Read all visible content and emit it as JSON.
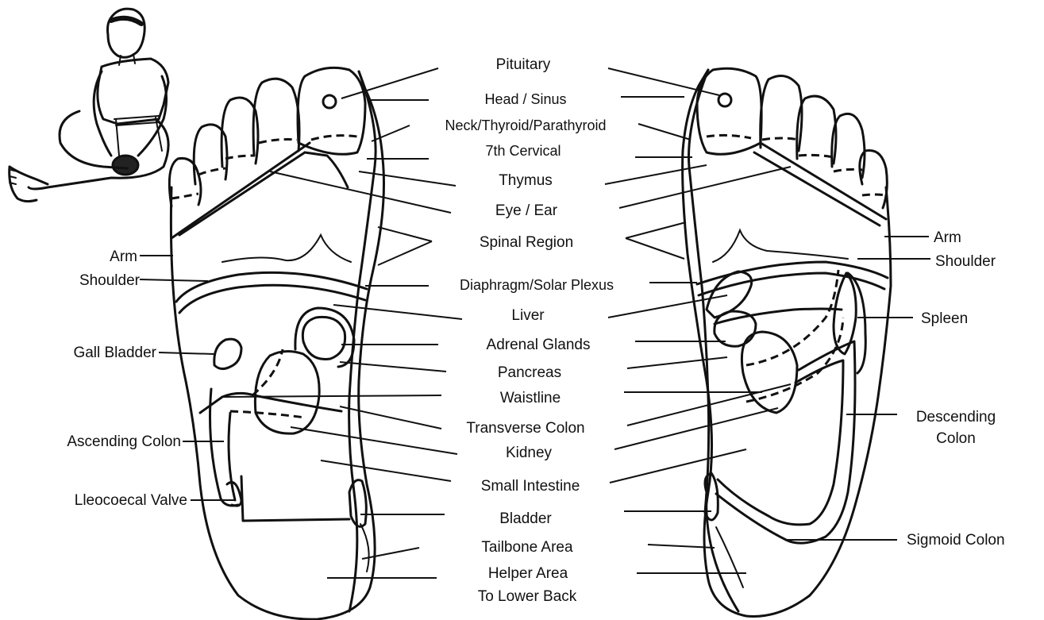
{
  "diagram": {
    "center_labels": [
      {
        "key": "pituitary",
        "text": "Pituitary"
      },
      {
        "key": "head-sinus",
        "text": "Head / Sinus"
      },
      {
        "key": "neck-thyroid",
        "text": "Neck/Thyroid/Parathyroid"
      },
      {
        "key": "cervical",
        "text": "7th Cervical"
      },
      {
        "key": "thymus",
        "text": "Thymus"
      },
      {
        "key": "eye-ear",
        "text": "Eye / Ear"
      },
      {
        "key": "spinal",
        "text": "Spinal Region"
      },
      {
        "key": "diaphragm",
        "text": "Diaphragm/Solar Plexus"
      },
      {
        "key": "liver",
        "text": "Liver"
      },
      {
        "key": "adrenal",
        "text": "Adrenal Glands"
      },
      {
        "key": "pancreas",
        "text": "Pancreas"
      },
      {
        "key": "waistline",
        "text": "Waistline"
      },
      {
        "key": "transverse-colon",
        "text": "Transverse Colon"
      },
      {
        "key": "kidney",
        "text": "Kidney"
      },
      {
        "key": "small-intestine",
        "text": "Small Intestine"
      },
      {
        "key": "bladder",
        "text": "Bladder"
      },
      {
        "key": "tailbone",
        "text": "Tailbone Area"
      },
      {
        "key": "helper-1",
        "text": "Helper Area"
      },
      {
        "key": "helper-2",
        "text": "To Lower Back"
      }
    ],
    "left_labels": [
      {
        "key": "arm",
        "text": "Arm"
      },
      {
        "key": "shoulder",
        "text": "Shoulder"
      },
      {
        "key": "gall-bladder",
        "text": "Gall Bladder"
      },
      {
        "key": "ascending-colon",
        "text": "Ascending Colon"
      },
      {
        "key": "ileocecal-valve",
        "text": "Lleocoecal Valve"
      }
    ],
    "right_labels": [
      {
        "key": "arm",
        "text": "Arm"
      },
      {
        "key": "shoulder",
        "text": "Shoulder"
      },
      {
        "key": "spleen",
        "text": "Spleen"
      },
      {
        "key": "descending-1",
        "text": "Descending"
      },
      {
        "key": "descending-2",
        "text": "Colon"
      },
      {
        "key": "sigmoid-colon",
        "text": "Sigmoid Colon"
      }
    ]
  }
}
